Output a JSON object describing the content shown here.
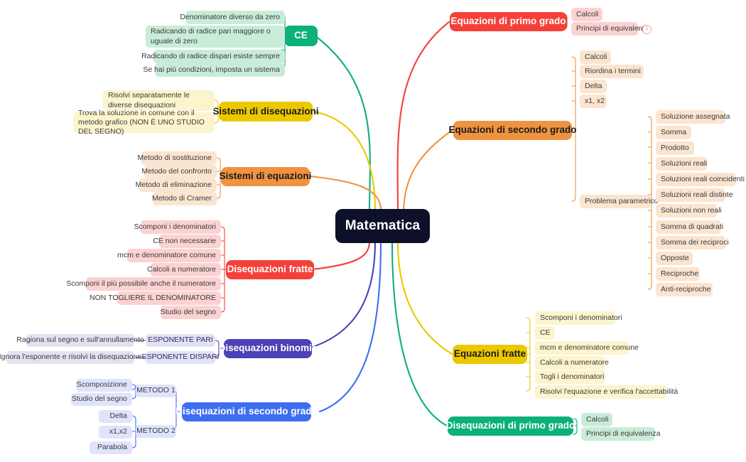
{
  "root": {
    "label": "Matematica",
    "color": "#0d1029"
  },
  "palette": {
    "green": "#0bb07b",
    "yellow": "#ecc800",
    "orange": "#ef9340",
    "red": "#f5403a",
    "indigo": "#4b42b5",
    "blue": "#3e6ef0",
    "green_light": "#c9ecd9",
    "yellow_light": "#fbf4cd",
    "orange_light": "#fbe4d0",
    "red_light": "#fbd2d2",
    "indigo_light": "#e2e2f2",
    "blue_light": "#dfe4fb"
  },
  "branches": [
    {
      "id": "ce",
      "label": "CE",
      "color": "#0bb07b",
      "leaf_bg": "#c9ecd9",
      "side": "left",
      "children": [
        {
          "label": "Denominatore diverso da zero"
        },
        {
          "label": "Radicando di radice pari maggiore o uguale di zero"
        },
        {
          "label": "Radicando di radice dispari esiste sempre"
        },
        {
          "label": "Se hai più condizioni, imposta un sistema"
        }
      ]
    },
    {
      "id": "sistemi-disequazioni",
      "label": "Sistemi di disequazioni",
      "color": "#ecc800",
      "leaf_bg": "#fbf4cd",
      "side": "left",
      "children": [
        {
          "label": "Risolvi separatamente le diverse disequazioni"
        },
        {
          "label": "Trova la soluzione in comune con il metodo grafico (NON È UNO STUDIO DEL SEGNO)"
        }
      ]
    },
    {
      "id": "sistemi-equazioni",
      "label": "Sistemi di equazioni",
      "color": "#ef9340",
      "leaf_bg": "#fbe4d0",
      "side": "left",
      "children": [
        {
          "label": "Metodo di sostituzione"
        },
        {
          "label": "Metodo del confronto"
        },
        {
          "label": "Metodo di eliminazione"
        },
        {
          "label": "Metodo di Cramer"
        }
      ]
    },
    {
      "id": "disequazioni-fratte",
      "label": "Disequazioni fratte",
      "color": "#f5403a",
      "leaf_bg": "#fbd2d2",
      "side": "left",
      "children": [
        {
          "label": "Scomponi i denominatori"
        },
        {
          "label": "CE non necessarie"
        },
        {
          "label": "mcm e denominatore comune"
        },
        {
          "label": "Calcoli a numeratore"
        },
        {
          "label": "Scomponi il più possibile anche il numeratore"
        },
        {
          "label": "NON TOGLIERE IL DENOMINATORE"
        },
        {
          "label": "Studio del segno"
        }
      ]
    },
    {
      "id": "disequazioni-binomie",
      "label": "Disequazioni binomie",
      "color": "#4b42b5",
      "leaf_bg": "#e2e2f2",
      "side": "left",
      "children": [
        {
          "label": "ESPONENTE PARI",
          "children": [
            {
              "label": "Ragiona sul segno e sull'annullamento"
            }
          ]
        },
        {
          "label": "ESPONENTE DISPARI",
          "children": [
            {
              "label": "Ignora l'esponente e risolvi la disequazione"
            }
          ]
        }
      ]
    },
    {
      "id": "disequazioni-secondo-grado",
      "label": "Disequazioni di secondo grado",
      "color": "#3e6ef0",
      "leaf_bg": "#dfe4fb",
      "side": "left",
      "children": [
        {
          "label": "METODO 1",
          "children": [
            {
              "label": "Scomposizione"
            },
            {
              "label": "Studio del segno"
            }
          ]
        },
        {
          "label": "METODO 2",
          "children": [
            {
              "label": "Delta"
            },
            {
              "label": "x1,x2"
            },
            {
              "label": "Parabola"
            }
          ]
        }
      ]
    },
    {
      "id": "equazioni-primo-grado",
      "label": "Equazioni di primo grado",
      "color": "#f5403a",
      "leaf_bg": "#fbd2d2",
      "side": "right",
      "children": [
        {
          "label": "Calcoli"
        },
        {
          "label": "Principi di equivalenza",
          "badge": "1"
        }
      ]
    },
    {
      "id": "equazioni-secondo-grado",
      "label": "Equazioni di secondo grado",
      "color": "#ef9340",
      "leaf_bg": "#fbe4d0",
      "side": "right",
      "children": [
        {
          "label": "Calcoli"
        },
        {
          "label": "Riordina i termini"
        },
        {
          "label": "Delta"
        },
        {
          "label": "x1, x2"
        },
        {
          "label": "Problema parametrico",
          "children": [
            {
              "label": "Soluzione assegnata"
            },
            {
              "label": "Somma"
            },
            {
              "label": "Prodotto"
            },
            {
              "label": "Soluzioni reali"
            },
            {
              "label": "Soluzioni reali coincidenti"
            },
            {
              "label": "Soluzioni reali distinte"
            },
            {
              "label": "Soluzioni non reali"
            },
            {
              "label": "Somma di quadrati"
            },
            {
              "label": "Somma dei reciproci"
            },
            {
              "label": "Opposte"
            },
            {
              "label": "Reciproche"
            },
            {
              "label": "Anti-reciproche"
            }
          ]
        }
      ]
    },
    {
      "id": "equazioni-fratte",
      "label": "Equazioni fratte",
      "color": "#ecc800",
      "leaf_bg": "#fbf4cd",
      "side": "right",
      "children": [
        {
          "label": "Scomponi i denominatori"
        },
        {
          "label": "CE"
        },
        {
          "label": "mcm e denominatore comune"
        },
        {
          "label": "Calcoli a numeratore"
        },
        {
          "label": "Togli i denominatori"
        },
        {
          "label": "Risolvi l'equazione e verifica l'accettabilità"
        }
      ]
    },
    {
      "id": "disequazioni-primo-grado",
      "label": "Disequazioni di primo grado",
      "color": "#0bb07b",
      "leaf_bg": "#c9ecd9",
      "side": "right",
      "children": [
        {
          "label": "Calcoli"
        },
        {
          "label": "Principi di equivalenza"
        }
      ]
    }
  ]
}
